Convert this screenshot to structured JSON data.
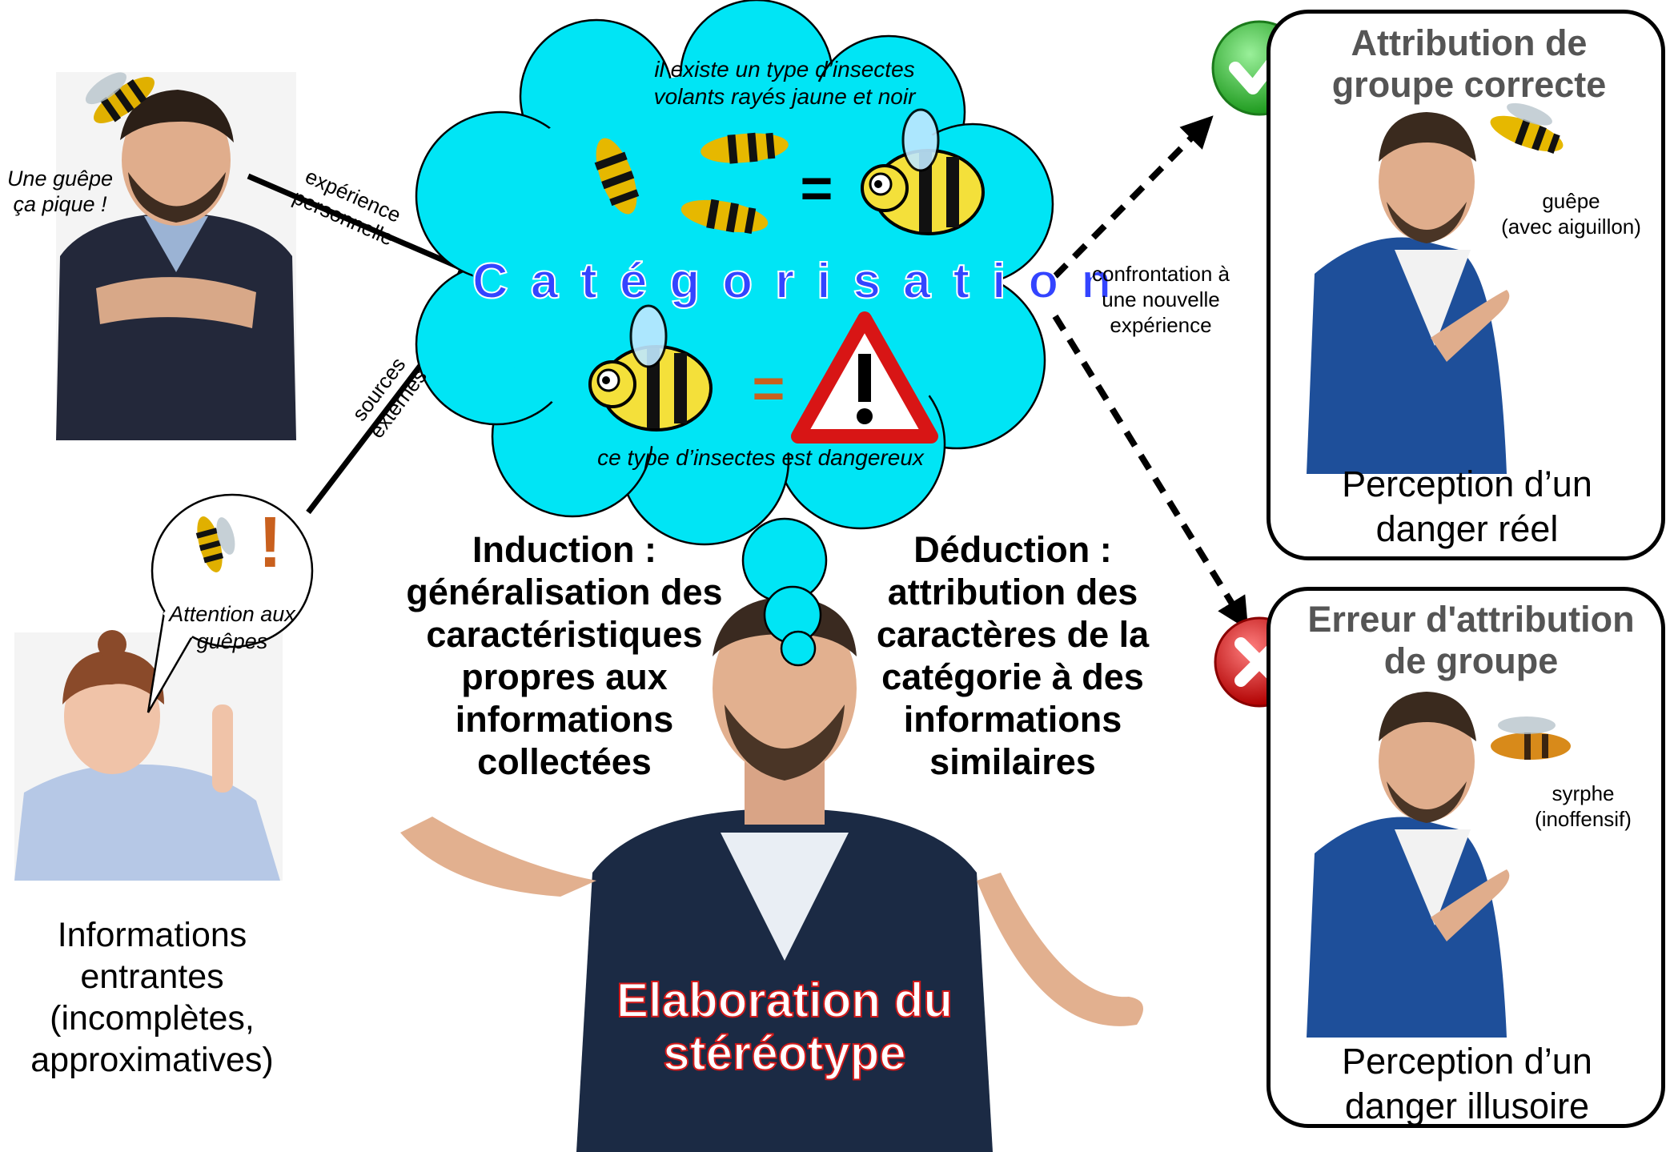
{
  "left": {
    "speech_person1": "Une guêpe\nça pique !",
    "arrow1_label": "expérience\npersonnelle",
    "arrow2_label": "sources\nexternes",
    "speech_bubble": "Attention aux\nguêpes",
    "exclamation": "!",
    "incoming_info": "Informations\nentrantes\n(incomplètes,\napproximatives)"
  },
  "cloud": {
    "top_text": "il existe un type d’insectes\nvolants rayés jaune et noir",
    "equals1": "=",
    "categorisation": "Catégorisation",
    "equals2": "=",
    "bottom_text": "ce type d’insectes est dangereux"
  },
  "center": {
    "induction": "Induction :\ngénéralisation des\ncaractéristiques\npropres aux\ninformations\ncollectées",
    "deduction": "Déduction :\nattribution des\ncaractères de la\ncatégorie à des\ninformations\nsimilaires",
    "elaboration": "Elaboration du\nstéréotype"
  },
  "right": {
    "confrontation": "confrontation à\nune nouvelle\nexpérience",
    "correct_title": "Attribution de\ngroupe correcte",
    "correct_insect": "guêpe\n(avec aiguillon)",
    "correct_perception": "Perception d’un\ndanger réel",
    "error_title": "Erreur d'attribution\nde groupe",
    "error_insect": "syrphe\n(inoffensif)",
    "error_perception": "Perception d’un\ndanger illusoire"
  },
  "colors": {
    "cloud": "#00e5f5",
    "check": "#3cc83c",
    "cross": "#e01e1e",
    "title_grey": "#555555",
    "categorisation": "#3344ff",
    "elaboration_outline": "#d31a1a"
  }
}
